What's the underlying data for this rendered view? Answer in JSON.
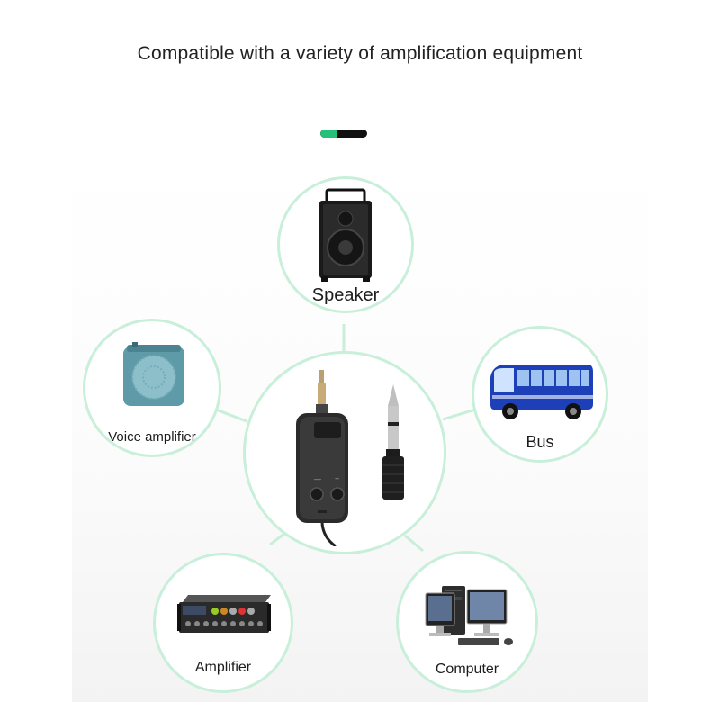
{
  "headline": "Compatible with a variety of amplification equipment",
  "indicator": {
    "progress": 0.35,
    "fill_color": "#27c07a",
    "track_color": "#111111"
  },
  "accent_ring_color": "#c8efd9",
  "nodes": {
    "speaker": {
      "label": "Speaker",
      "icon": "speaker-icon"
    },
    "voice_amplifier": {
      "label": "Voice amplifier",
      "icon": "voice-amplifier-icon"
    },
    "bus": {
      "label": "Bus",
      "icon": "bus-icon"
    },
    "amplifier": {
      "label": "Amplifier",
      "icon": "amplifier-icon"
    },
    "computer": {
      "label": "Computer",
      "icon": "computer-icon"
    },
    "center": {
      "icon": "bluetooth-transmitter-icon"
    }
  }
}
